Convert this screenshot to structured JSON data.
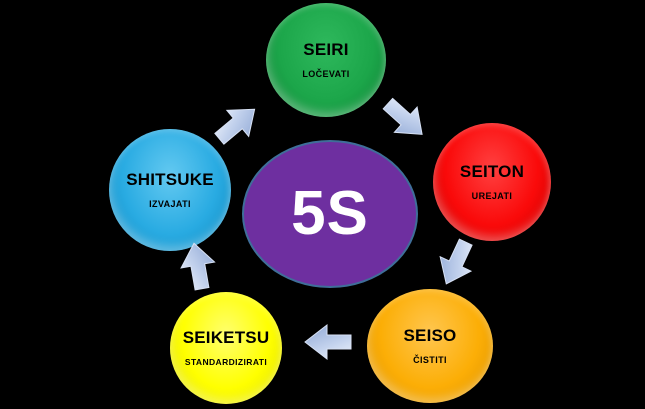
{
  "diagram": {
    "name": "5S cycle diagram",
    "background_color": "#000000",
    "arrow_color": "#C3D2ED",
    "center": {
      "label": "5S",
      "fill": "#6E2FA0",
      "border_color": "#3F6E99",
      "text_color": "#FFFFFF"
    },
    "steps": [
      {
        "name": "seiri",
        "title": "SEIRI",
        "subtitle": "LOČEVATI",
        "fill": "#1CA64A",
        "light": "#2EB85C",
        "dark": "#0E7D33"
      },
      {
        "name": "seiton",
        "title": "SEITON",
        "subtitle": "UREJATI",
        "fill": "#FA0A0A",
        "light": "#FF4040",
        "dark": "#C00000"
      },
      {
        "name": "seiso",
        "title": "SEISO",
        "subtitle": "ČISTITI",
        "fill": "#FCAE06",
        "light": "#FFC64F",
        "dark": "#D88E00"
      },
      {
        "name": "seiketsu",
        "title": "SEIKETSU",
        "subtitle": "STANDARDIZIRATI",
        "fill": "#FFFF00",
        "light": "#FFFF6E",
        "dark": "#D9D900"
      },
      {
        "name": "shitsuke",
        "title": "SHITSUKE",
        "subtitle": "IZVAJATI",
        "fill": "#29ABE2",
        "light": "#63C9F1",
        "dark": "#0E86BC"
      }
    ],
    "arrows": [
      {
        "name": "shitsuke-to-seiri"
      },
      {
        "name": "seiri-to-seiton"
      },
      {
        "name": "seiton-to-seiso"
      },
      {
        "name": "seiso-to-seiketsu"
      },
      {
        "name": "seiketsu-to-shitsuke"
      }
    ]
  }
}
